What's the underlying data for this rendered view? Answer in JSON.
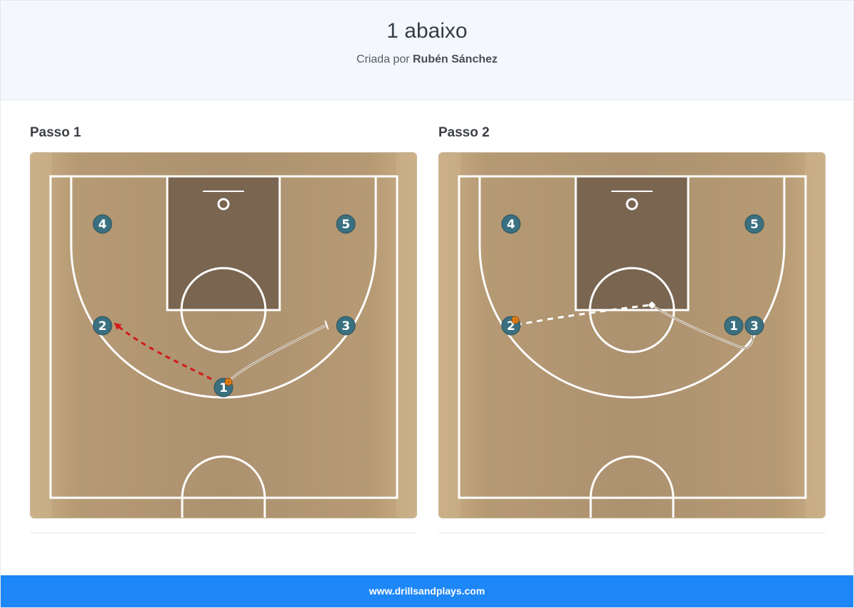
{
  "header": {
    "title": "1 abaixo",
    "created_by_label": "Criada por",
    "author": "Rubén Sánchez"
  },
  "steps": [
    {
      "title": "Passo 1",
      "players": [
        "4",
        "5",
        "2",
        "3",
        "1"
      ]
    },
    {
      "title": "Passo 2",
      "players": [
        "4",
        "5",
        "2",
        "1",
        "3"
      ]
    }
  ],
  "footer": {
    "site": "www.drillsandplays.com"
  },
  "colors": {
    "player_fill": "#3a7080",
    "court_wood": "#b99d77",
    "paint": "#7a6550",
    "footer": "#1e87f7",
    "pass_arrow": "#d31a1a"
  }
}
